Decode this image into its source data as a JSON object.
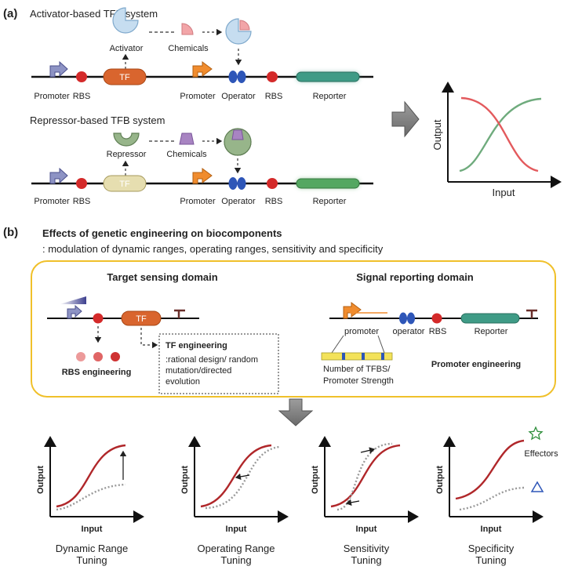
{
  "panel_a": {
    "label": "(a)",
    "activator": {
      "title": "Activator-based TFB system",
      "factor_label": "Activator",
      "chemicals_label": "Chemicals",
      "tf_label": "TF",
      "promoter1": "Promoter",
      "rbs1": "RBS",
      "promoter2": "Promoter",
      "operator": "Operator",
      "rbs2": "RBS",
      "reporter": "Reporter"
    },
    "repressor": {
      "title": "Repressor-based TFB system",
      "factor_label": "Repressor",
      "chemicals_label": "Chemicals",
      "tf_label": "TF",
      "promoter1": "Promoter",
      "rbs1": "RBS",
      "promoter2": "Promoter",
      "operator": "Operator",
      "rbs2": "RBS",
      "reporter": "Reporter"
    },
    "graph": {
      "ylabel": "Output",
      "xlabel": "Input"
    }
  },
  "panel_b": {
    "label": "(b)",
    "title": "Effects of genetic engineering on biocomponents",
    "subtitle": ": modulation  of dynamic ranges, operating ranges, sensitivity and specificity",
    "target_domain": {
      "heading": "Target sensing domain",
      "tf_label": "TF",
      "rbs_engineering": "RBS engineering",
      "tf_engineering_title": "TF engineering",
      "tf_engineering_lines": [
        ":rational design/ random",
        "mutation/directed",
        "evolution"
      ]
    },
    "signal_domain": {
      "heading": "Signal reporting domain",
      "promoter": "promoter",
      "operator": "operator",
      "rbs": "RBS",
      "reporter": "Reporter",
      "promoter_caption_lines": [
        "Number  of  TFBS/",
        "Promoter  Strength"
      ],
      "promoter_engineering": "Promoter engineering"
    },
    "tuning_plots": [
      {
        "caption_lines": [
          "Dynamic Range",
          "Tuning"
        ],
        "ylabel": "Output",
        "xlabel": "Input"
      },
      {
        "caption_lines": [
          "Operating  Range",
          "Tuning"
        ],
        "ylabel": "Output",
        "xlabel": "Input"
      },
      {
        "caption_lines": [
          "Sensitivity",
          "Tuning"
        ],
        "ylabel": "Output",
        "xlabel": "Input"
      },
      {
        "caption_lines": [
          "Specificity",
          "Tuning"
        ],
        "ylabel": "Output",
        "xlabel": "Input",
        "effectors_label": "Effectors"
      }
    ]
  },
  "colors": {
    "curve_red": "#b0272a",
    "curve_gray": "#9a9a9a",
    "tf_orange": "#d9652e",
    "tf_beige": "#e6deb0",
    "promoter_orange": "#f08c2e",
    "rbs_red": "#d42a2a",
    "operator_blue": "#2e56b8",
    "reporter_teal": "#3f9b86",
    "reporter_green": "#54a761",
    "activator_blue": "#c6ddf0",
    "chem_pink": "#f2a5a8",
    "repressor_green": "#97b58a",
    "chem_purple": "#a884c2",
    "box_border": "#f0c02a"
  }
}
